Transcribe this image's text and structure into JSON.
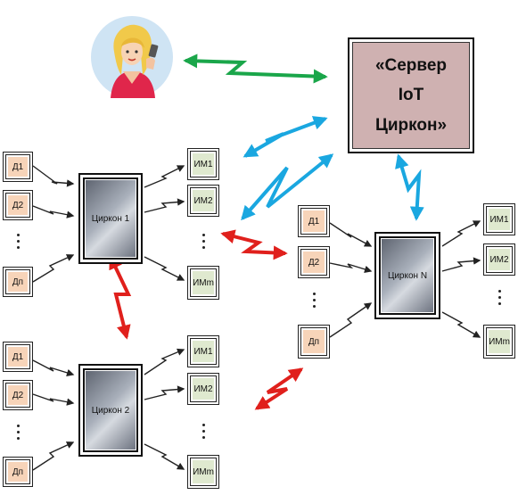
{
  "server": {
    "label": "«Сервер\nIoT\nЦиркон»"
  },
  "controllers": {
    "c1": "Циркон 1",
    "c2": "Циркон 2",
    "cn": "Циркон N"
  },
  "group1": {
    "sensors": [
      "Д1",
      "Д2",
      "Дп"
    ],
    "actuators": [
      "ИМ1",
      "ИМ2",
      "ИМm"
    ]
  },
  "group2": {
    "sensors": [
      "Д1",
      "Д2",
      "Дп"
    ],
    "actuators": [
      "ИМ1",
      "ИМ2",
      "ИМm"
    ]
  },
  "groupN": {
    "sensors": [
      "Д1",
      "Д2",
      "Дп"
    ],
    "actuators": [
      "ИМ1",
      "ИМ2",
      "ИМm"
    ]
  },
  "colors": {
    "user_link": "#1aa64a",
    "server_link": "#1aa7e0",
    "peer_link": "#e0201c",
    "wire": "#222222",
    "sensor_fill": "#f7d4b9",
    "actuator_fill": "#dfe9cf",
    "server_fill": "#cfb1b1"
  },
  "icons": {
    "user": "user-avatar-icon"
  }
}
